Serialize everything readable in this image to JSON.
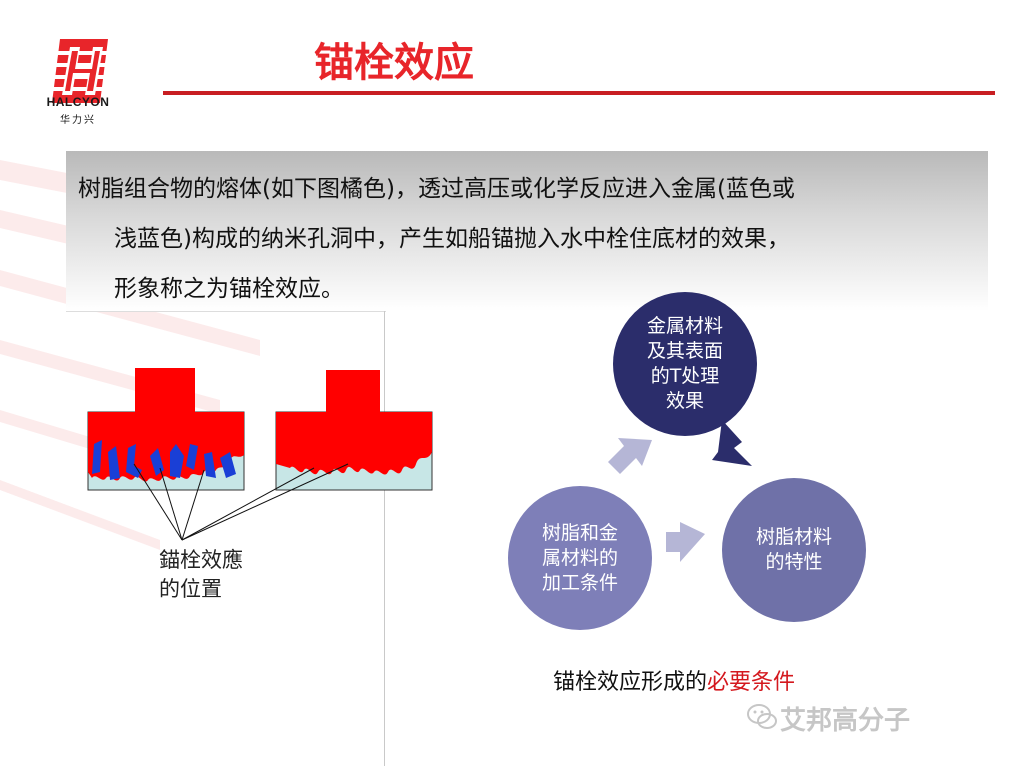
{
  "logo": {
    "brand": "HALCYON",
    "sub": "华力兴"
  },
  "slide": {
    "title": "锚栓效应"
  },
  "intro": {
    "line1": "树脂组合物的熔体(如下图橘色)，透过高压或化学反应进入金属(蓝色或",
    "line2": "浅蓝色)构成的纳米孔洞中，产生如船锚抛入水中栓住底材的效果，",
    "line3": "形象称之为锚栓效应。"
  },
  "illustration": {
    "label_line1": "錨栓效應",
    "label_line2": "的位置"
  },
  "cycle": {
    "top": [
      "金属材料",
      "及其表面",
      "的T处理",
      "效果"
    ],
    "right": [
      "树脂材料",
      "的特性"
    ],
    "left": [
      "树脂和金",
      "属材料的",
      "加工条件"
    ]
  },
  "caption": {
    "prefix": "锚栓效应形成的",
    "highlight": "必要条件"
  },
  "watermark": "艾邦高分子",
  "colors": {
    "red": "#e8252a",
    "dark_navy": "#2b2d6b",
    "mid_violet": "#6f71a8",
    "light_violet": "#7e7fb8",
    "pale_cyan": "#c7e6e6",
    "metal_blue": "#1a3fd6"
  }
}
